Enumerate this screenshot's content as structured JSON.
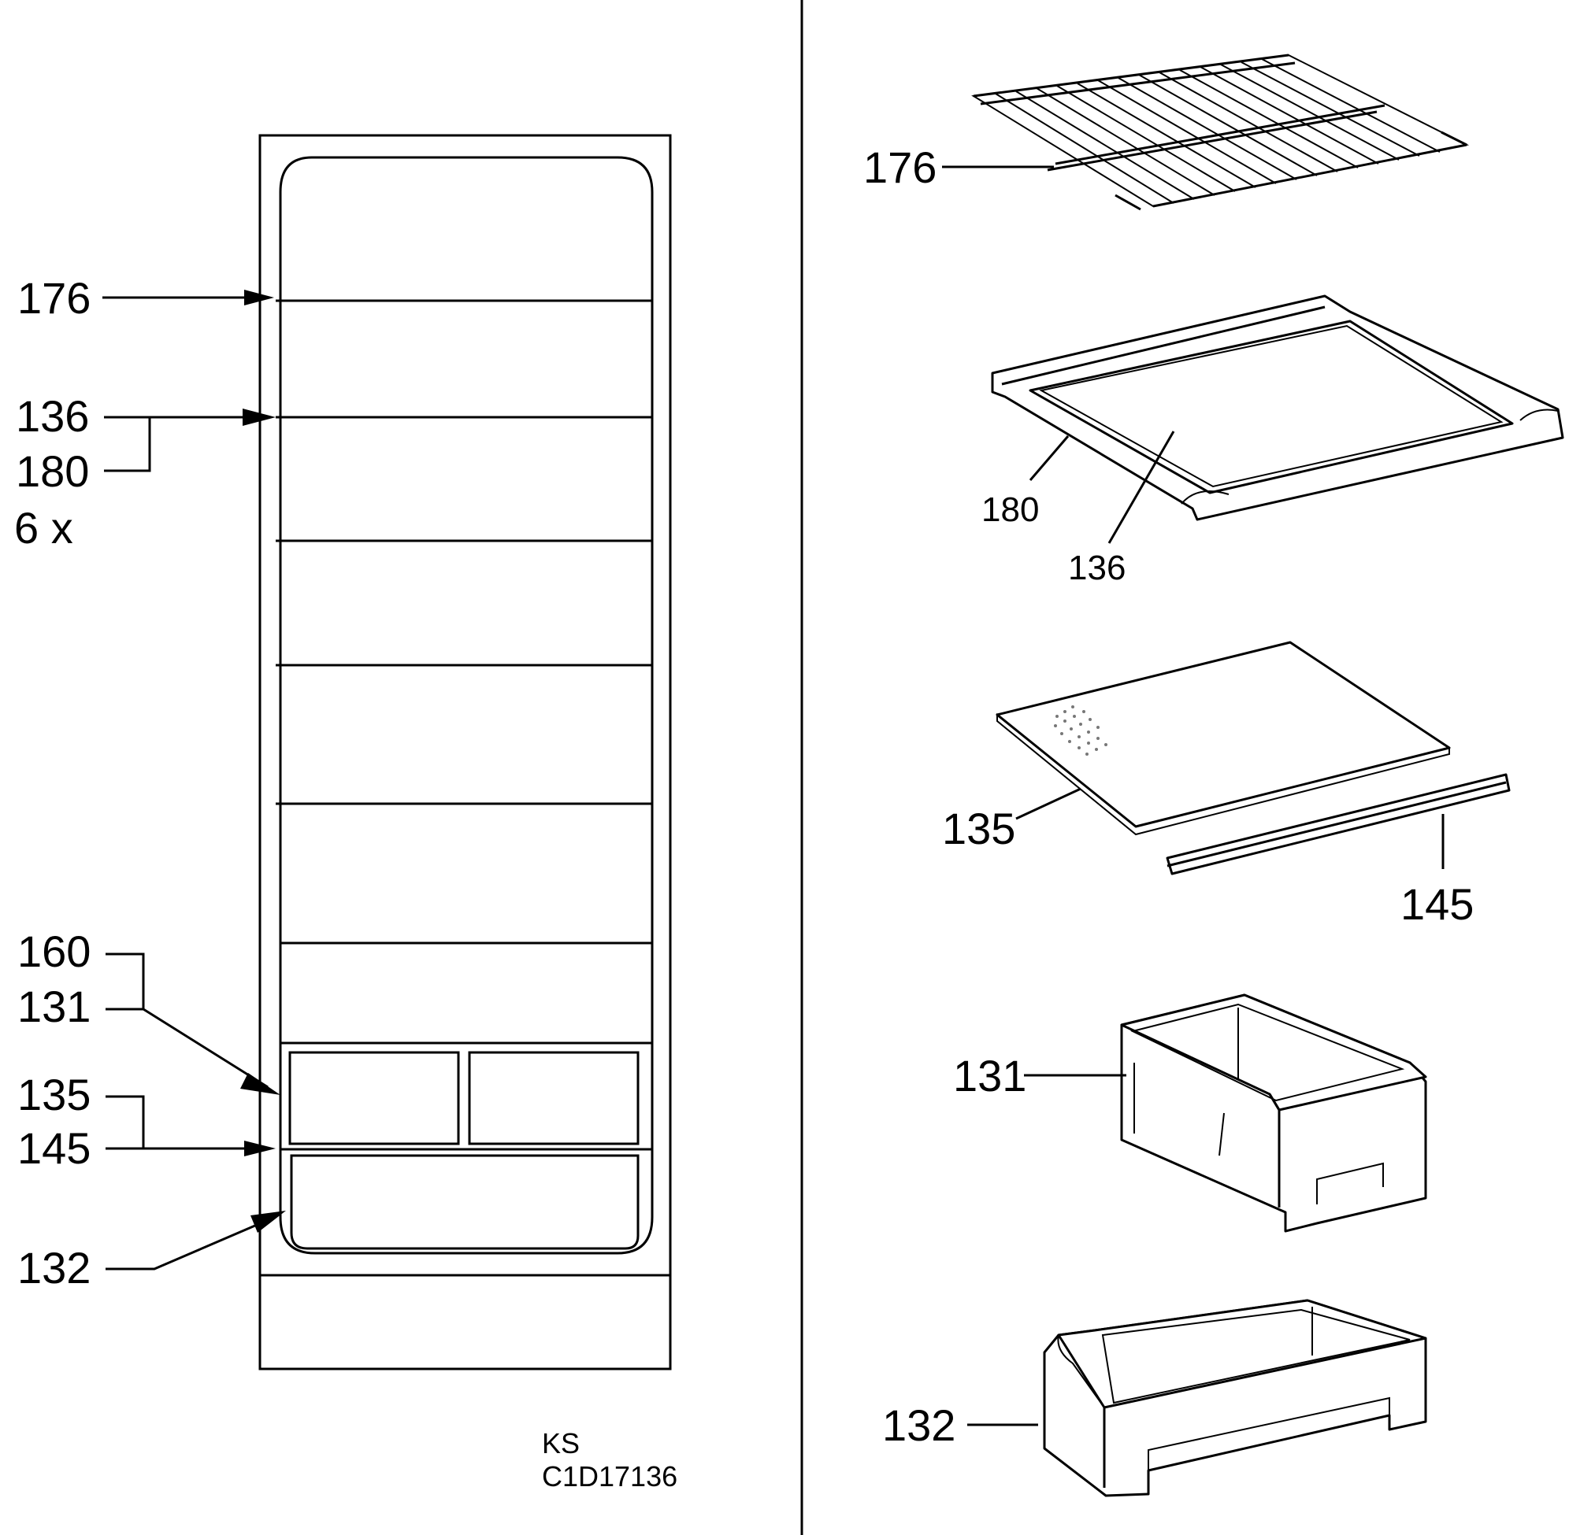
{
  "colors": {
    "ink": "#000000",
    "paper": "#ffffff"
  },
  "left_callouts": {
    "c176": "176",
    "c136": "136",
    "c180": "180",
    "qty": "6 x",
    "c160": "160",
    "c131": "131",
    "c135": "135",
    "c145": "145",
    "c132": "132"
  },
  "right_callouts": {
    "c176": "176",
    "c180": "180",
    "c136": "136",
    "c135": "135",
    "c145": "145",
    "c131": "131",
    "c132": "132"
  },
  "footer": {
    "line1": "KS",
    "line2": "C1D17136"
  }
}
